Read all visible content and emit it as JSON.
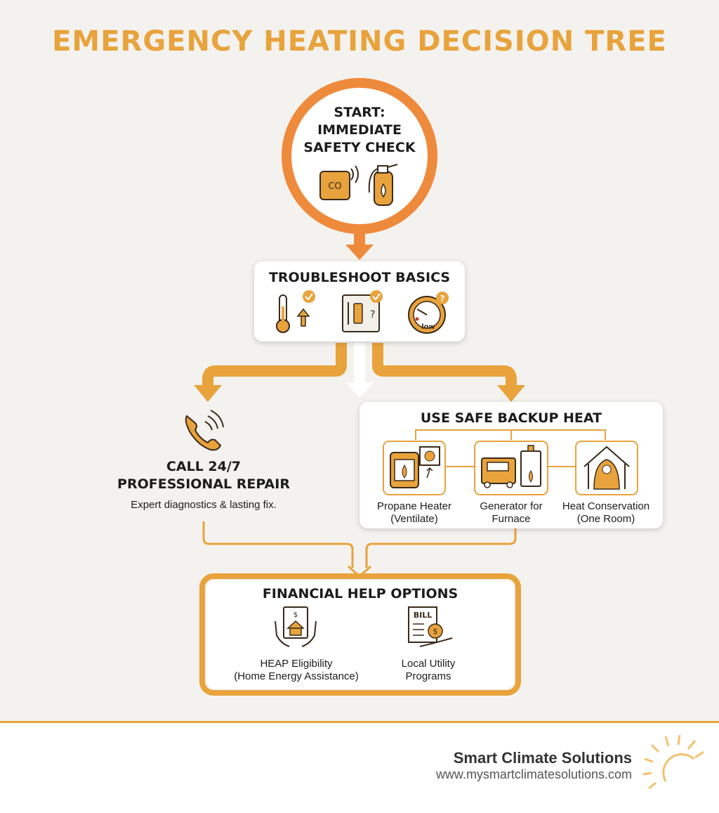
{
  "title": "EMERGENCY HEATING DECISION TREE",
  "start": {
    "lines": [
      "START:",
      "IMMEDIATE",
      "SAFETY CHECK"
    ],
    "icons": [
      "co-detector-icon",
      "fire-extinguisher-icon"
    ],
    "detector_text": "CO"
  },
  "troubleshoot": {
    "title": "TROUBLESHOOT BASICS",
    "icons": [
      "thermostat-icon",
      "breaker-switch-icon",
      "fuel-gauge-icon"
    ],
    "gauge_text": "low"
  },
  "repair": {
    "title_lines": [
      "CALL 24/7",
      "PROFESSIONAL REPAIR"
    ],
    "description": "Expert diagnostics & lasting fix.",
    "icon": "phone-icon"
  },
  "backup": {
    "title": "USE SAFE BACKUP HEAT",
    "options": [
      {
        "lines": [
          "Propane Heater",
          "(Ventilate)"
        ],
        "icon": "propane-heater-icon"
      },
      {
        "lines": [
          "Generator for",
          "Furnace"
        ],
        "icon": "generator-icon"
      },
      {
        "lines": [
          "Heat Conservation",
          "(One Room)"
        ],
        "icon": "blanket-house-icon"
      }
    ]
  },
  "financial": {
    "title": "FINANCIAL HELP OPTIONS",
    "options": [
      {
        "lines": [
          "HEAP Eligibility",
          "(Home Energy Assistance)"
        ],
        "icon": "heap-hands-icon"
      },
      {
        "lines": [
          "Local Utility",
          "Programs"
        ],
        "icon": "utility-bill-icon"
      }
    ],
    "bill_text": "BILL"
  },
  "footer": {
    "brand": "Smart Climate Solutions",
    "url": "www.mysmartclimatesolutions.com",
    "logo_icon": "sun-logo-icon"
  },
  "colors": {
    "accent": "#e8a33c",
    "start_ring": "#ee8a3c",
    "background": "#f4f2ee"
  }
}
